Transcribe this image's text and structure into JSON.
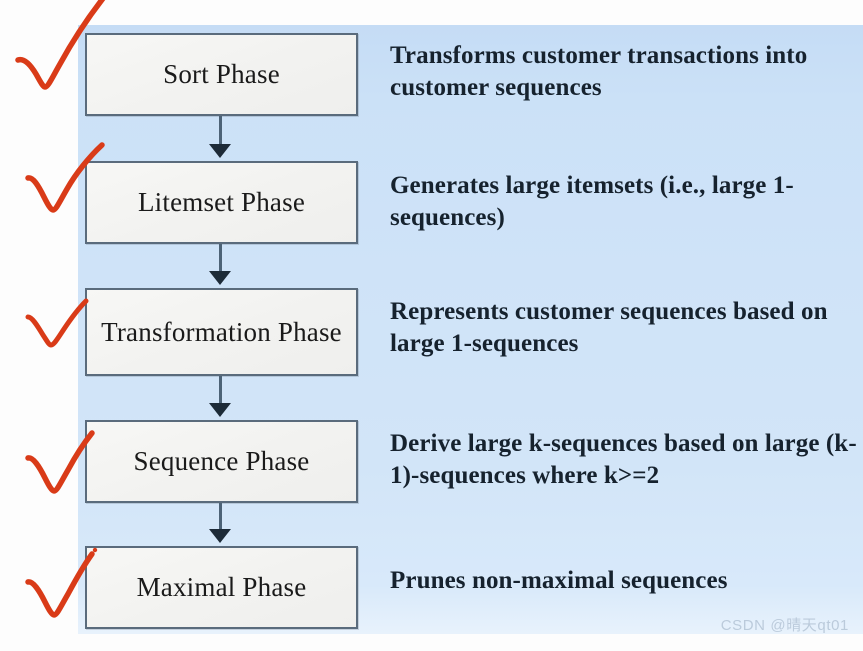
{
  "slide": {
    "panel_color": "#cfe3f8",
    "box_fill": "#f3f3f1",
    "box_border": "#5a6b7c",
    "connector_color": "#4d6377",
    "annotation_color": "#d93b18",
    "text_color": "#16222e"
  },
  "flow": {
    "steps": [
      {
        "id": "sort-phase",
        "label": "Sort Phase",
        "description": "Transforms customer transactions into customer sequences",
        "checked": true
      },
      {
        "id": "litemset-phase",
        "label": "Litemset Phase",
        "description": "Generates large itemsets (i.e., large 1-sequences)",
        "checked": true
      },
      {
        "id": "transformation-phase",
        "label": "Transformation Phase",
        "description": "Represents customer sequences based on large 1-sequences",
        "checked": true
      },
      {
        "id": "sequence-phase",
        "label": "Sequence Phase",
        "description": "Derive large k-sequences based on large (k-1)-sequences where k>=2",
        "checked": true
      },
      {
        "id": "maximal-phase",
        "label": "Maximal Phase",
        "description": "Prunes non-maximal sequences",
        "checked": true
      }
    ]
  },
  "watermark": {
    "text": "CSDN @晴天qt01"
  }
}
